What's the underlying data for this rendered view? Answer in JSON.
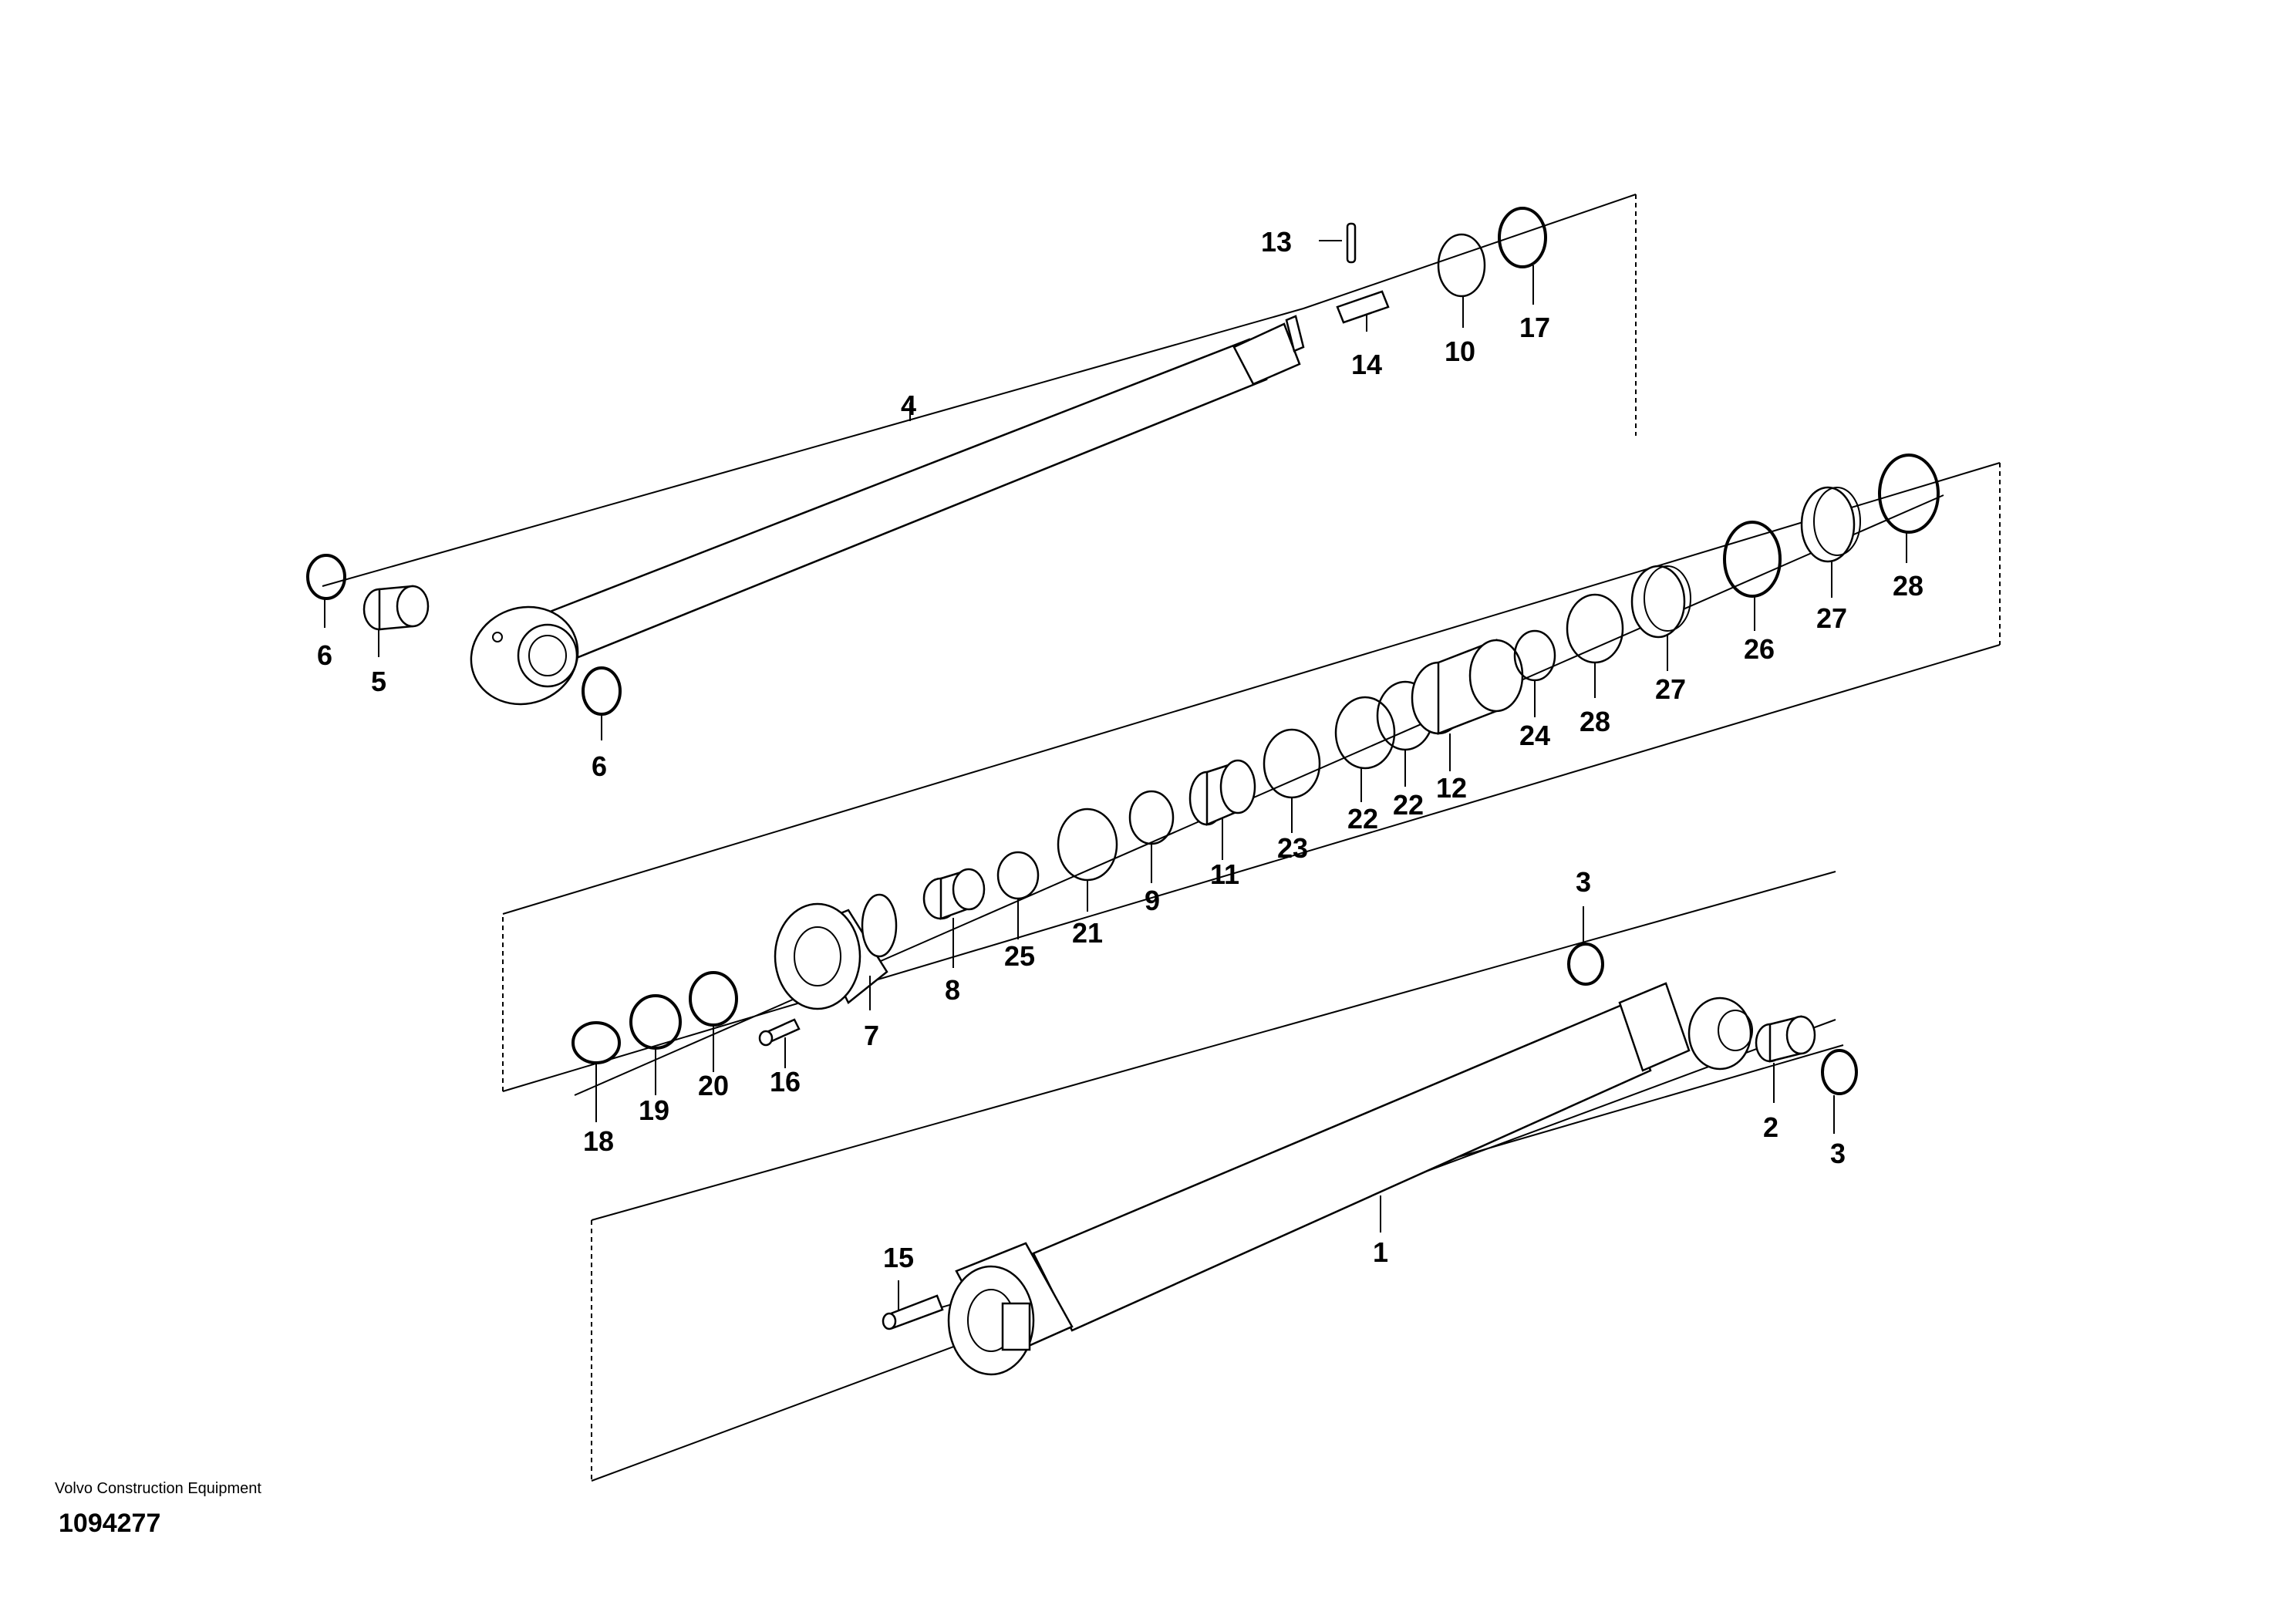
{
  "labels": {
    "p1": "1",
    "p2": "2",
    "p3a": "3",
    "p3b": "3",
    "p4": "4",
    "p5": "5",
    "p6a": "6",
    "p6b": "6",
    "p7": "7",
    "p8": "8",
    "p9": "9",
    "p10": "10",
    "p11": "11",
    "p12": "12",
    "p13": "13",
    "p14": "14",
    "p15": "15",
    "p16": "16",
    "p17": "17",
    "p18": "18",
    "p19": "19",
    "p20": "20",
    "p21": "21",
    "p22a": "22",
    "p22b": "22",
    "p23": "23",
    "p24": "24",
    "p25": "25",
    "p26": "26",
    "p27a": "27",
    "p27b": "27",
    "p28a": "28",
    "p28b": "28"
  },
  "footer": {
    "maker": "Volvo Construction Equipment",
    "doc_number": "1094277"
  }
}
